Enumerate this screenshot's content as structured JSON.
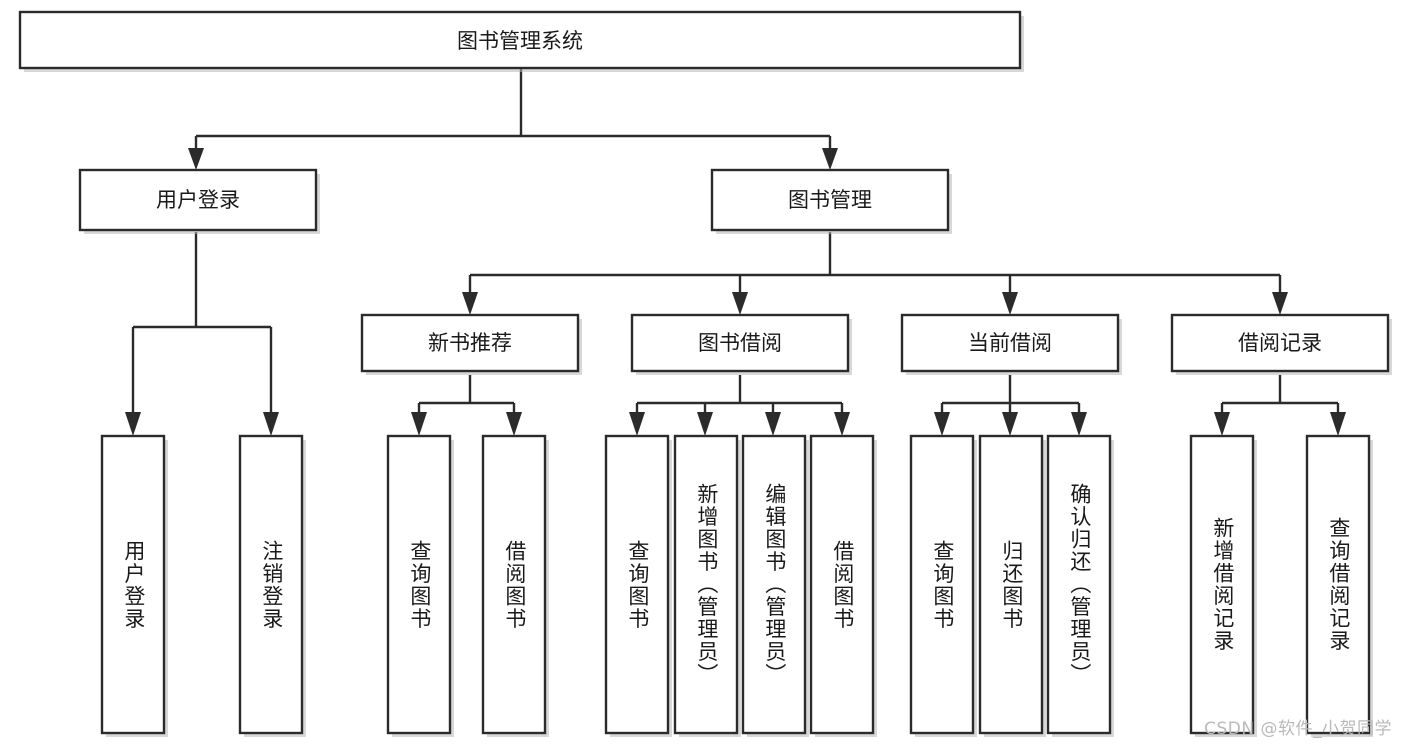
{
  "diagram": {
    "type": "tree-hierarchy",
    "title": "图书管理系统",
    "orientation": "top-down",
    "colors": {
      "box_border": "#2b2b2b",
      "box_fill": "#ffffff",
      "connector": "#2b2b2b",
      "text": "#1a1a1a",
      "watermark": "#b9b9b9",
      "background": "#ffffff"
    },
    "levels": {
      "root": {
        "label": "图书管理系统",
        "orientation": "horizontal"
      },
      "level2": [
        {
          "id": "user-login",
          "label": "用户登录",
          "orientation": "horizontal"
        },
        {
          "id": "book-management",
          "label": "图书管理",
          "orientation": "horizontal"
        }
      ],
      "level3": [
        {
          "id": "new-book-recommend",
          "label": "新书推荐",
          "orientation": "horizontal"
        },
        {
          "id": "book-borrow",
          "label": "图书借阅",
          "orientation": "horizontal"
        },
        {
          "id": "current-borrow",
          "label": "当前借阅",
          "orientation": "horizontal"
        },
        {
          "id": "borrow-record",
          "label": "借阅记录",
          "orientation": "horizontal"
        }
      ],
      "leaves": [
        {
          "id": "leaf-user-login",
          "label": "用户登录",
          "parent": "user-login",
          "orientation": "vertical"
        },
        {
          "id": "leaf-logout-login",
          "label": "注销登录",
          "parent": "user-login",
          "orientation": "vertical"
        },
        {
          "id": "leaf-query-book-1",
          "label": "查询图书",
          "parent": "new-book-recommend",
          "orientation": "vertical"
        },
        {
          "id": "leaf-borrow-book-1",
          "label": "借阅图书",
          "parent": "new-book-recommend",
          "orientation": "vertical"
        },
        {
          "id": "leaf-query-book-2",
          "label": "查询图书",
          "parent": "book-borrow",
          "orientation": "vertical"
        },
        {
          "id": "leaf-add-book",
          "label": "新增图书（管理员）",
          "parent": "book-borrow",
          "orientation": "vertical"
        },
        {
          "id": "leaf-edit-book",
          "label": "编辑图书（管理员）",
          "parent": "book-borrow",
          "orientation": "vertical"
        },
        {
          "id": "leaf-borrow-book-2",
          "label": "借阅图书",
          "parent": "book-borrow",
          "orientation": "vertical"
        },
        {
          "id": "leaf-query-book-3",
          "label": "查询图书",
          "parent": "current-borrow",
          "orientation": "vertical"
        },
        {
          "id": "leaf-return-book",
          "label": "归还图书",
          "parent": "current-borrow",
          "orientation": "vertical"
        },
        {
          "id": "leaf-confirm-return",
          "label": "确认归还（管理员）",
          "parent": "current-borrow",
          "orientation": "vertical"
        },
        {
          "id": "leaf-add-record",
          "label": "新增借阅记录",
          "parent": "borrow-record",
          "orientation": "vertical"
        },
        {
          "id": "leaf-query-record",
          "label": "查询借阅记录",
          "parent": "borrow-record",
          "orientation": "vertical"
        }
      ]
    },
    "watermark": "CSDN @软件_小贺同学"
  }
}
